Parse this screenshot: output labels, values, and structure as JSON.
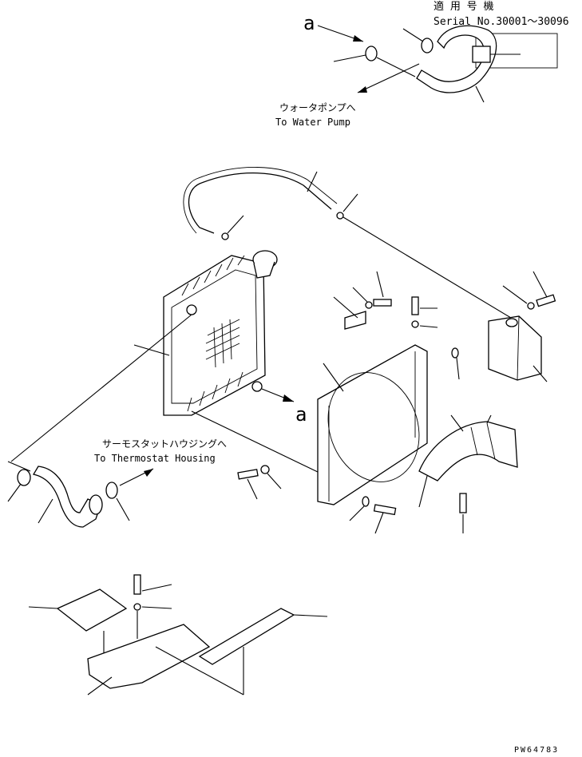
{
  "labels": {
    "ref_a_top": "a",
    "ref_a_mid": "a",
    "applicable_models_jp": "適 用 号 機",
    "serial_range": "Serial No.30001～30096",
    "water_pump_jp": "ウォータポンプへ",
    "water_pump_en": "To Water Pump",
    "thermostat_jp": "サーモスタットハウジングへ",
    "thermostat_en": "To Thermostat Housing",
    "drawing_number": "PW64783"
  }
}
